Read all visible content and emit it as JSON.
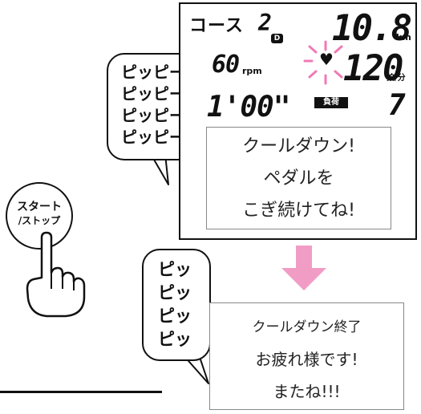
{
  "lcd": {
    "course_label": "コース",
    "course_number": "2",
    "mode_badge": "D",
    "distance": "10.8",
    "distance_unit": "km",
    "cadence": "60",
    "cadence_unit": "rpm",
    "heart_symbol": "♥",
    "pulse": "120",
    "pulse_unit": "拍/分",
    "time": "1'00\"",
    "load_label": "負荷",
    "load_value": "7"
  },
  "messages": {
    "cooldown": [
      "クールダウン!",
      "ペダルを",
      "こぎ続けてね!"
    ],
    "finished": [
      "クールダウン終了",
      "お疲れ様です!",
      "またね!!!"
    ]
  },
  "bubbles": {
    "long_beep": [
      "ピッピー",
      "ピッピー",
      "ピッピー",
      "ピッピー"
    ],
    "short_beep": [
      "ピッ",
      "ピッ",
      "ピッ",
      "ピッ"
    ]
  },
  "button": {
    "line1": "スタート",
    "line2": "/ストップ"
  },
  "colors": {
    "accent_pink": "#f07ab5",
    "arrow_pink": "#f19cc5"
  }
}
